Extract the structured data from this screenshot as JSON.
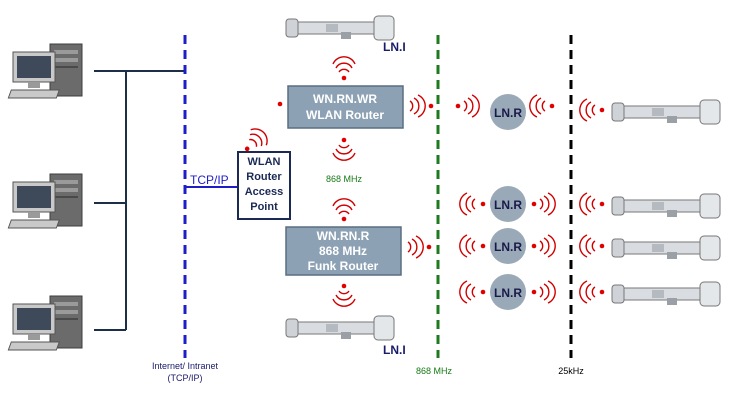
{
  "colors": {
    "ethernet_line": "#1b2f4a",
    "internet_divider": "#1e1ec8",
    "divider_868": "#1f7a1f",
    "divider_25khz": "#000000",
    "router_box_fill": "#8da1b4",
    "router_box_stroke": "#5a6e82",
    "lnr_circle": "#9aa9b8",
    "signal_arc": "#d10000",
    "signal_dot": "#e00000",
    "label_green": "#157a15",
    "label_navy": "#1a1a6a",
    "ap_border": "#1a2a55"
  },
  "labels": {
    "tcp_ip": "TCP/IP",
    "access_point": [
      "WLAN",
      "Router",
      "Access",
      "Point"
    ],
    "wlan_router": [
      "WN.RN.WR",
      "WLAN Router"
    ],
    "funk_router": [
      "WN.RN.R",
      "868 MHz",
      "Funk Router"
    ],
    "freq_868_mid": "868 MHz",
    "lni_top": "LN.I",
    "lni_bottom": "LN.I",
    "lnr": [
      "LN.R",
      "LN.R",
      "LN.R",
      "LN.R"
    ],
    "internet_caption": [
      "Internet/ Intranet",
      "(TCP/IP)"
    ],
    "caption_868": "868 MHz",
    "caption_25khz": "25kHz"
  },
  "icons": {
    "computer": "desktop-computer-icon",
    "lock": "cylinder-lock-icon",
    "signal": "radio-signal-icon"
  }
}
